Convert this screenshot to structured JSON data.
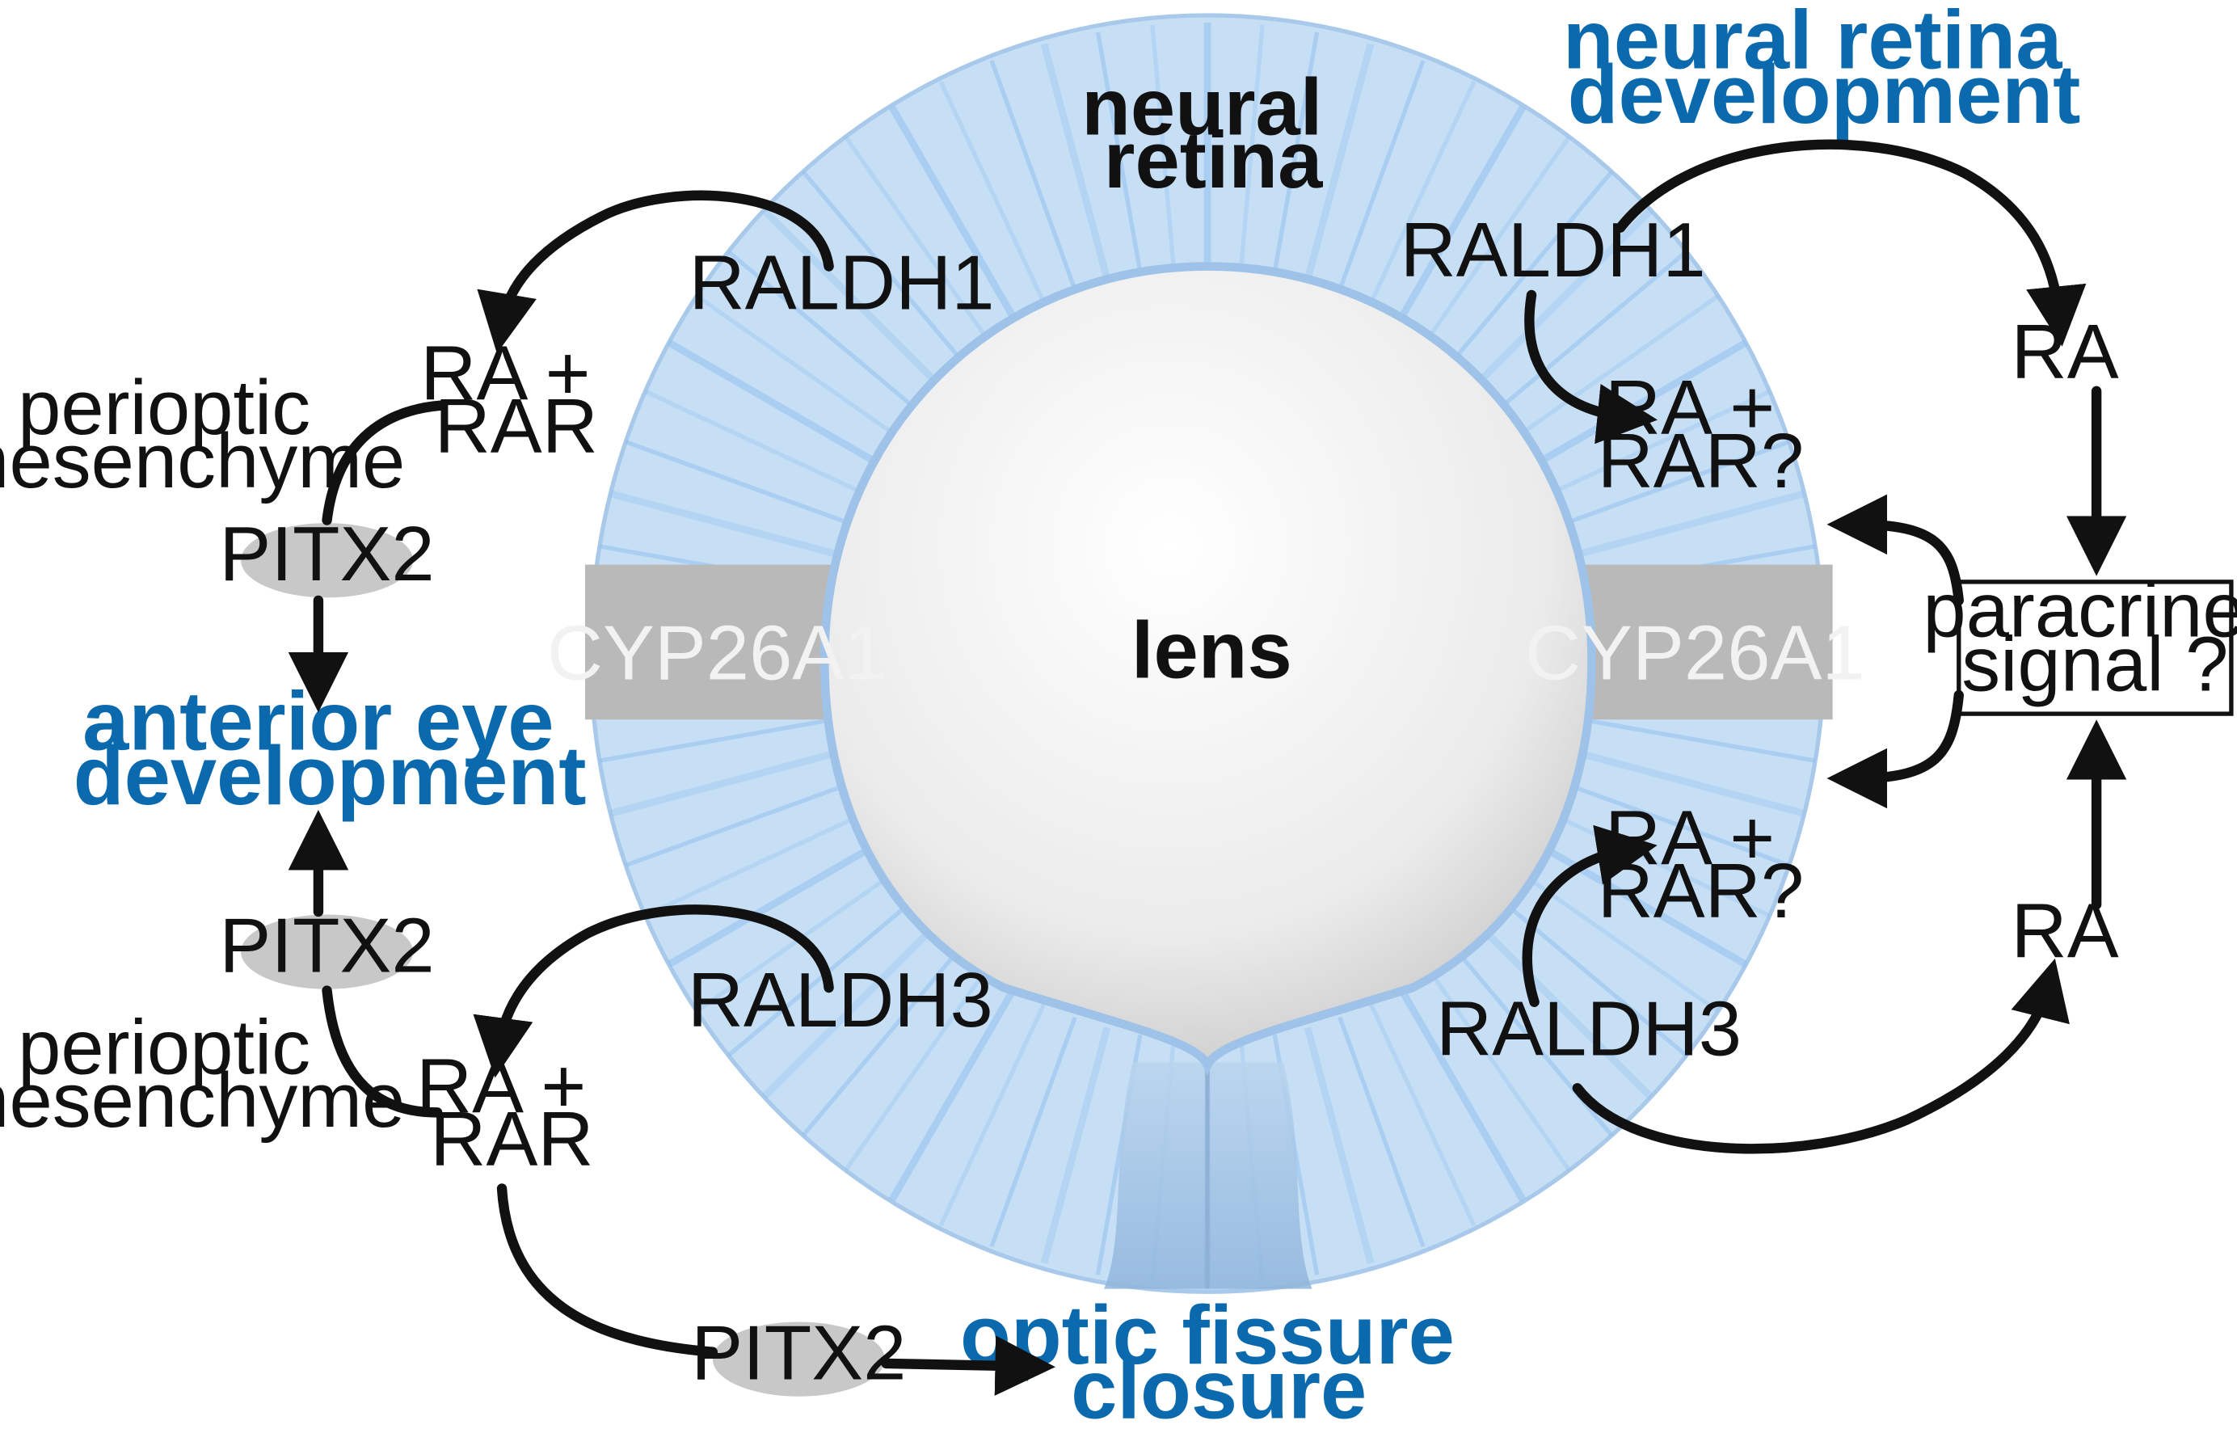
{
  "labels": {
    "neural_retina": [
      "neural",
      "retina"
    ],
    "lens": "lens",
    "cyp_left": "CYP26A1",
    "cyp_right": "CYP26A1",
    "raldh1_left": "RALDH1",
    "raldh1_right": "RALDH1",
    "raldh3_left": "RALDH3",
    "raldh3_right": "RALDH3",
    "ra_rar_top_left": [
      "RA +",
      "RAR"
    ],
    "ra_rar_bottom_left": [
      "RA +",
      "RAR"
    ],
    "ra_rar_q_top": [
      "RA +",
      "RAR?"
    ],
    "ra_rar_q_bottom": [
      "RA +",
      "RAR?"
    ],
    "perioptic_top": [
      "perioptic",
      "mesenchyme"
    ],
    "perioptic_bottom": [
      "perioptic",
      "mesenchyme"
    ],
    "pitx2_top": "PITX2",
    "pitx2_mid": "PITX2",
    "pitx2_bottom": "PITX2",
    "anterior_eye": [
      "anterior eye",
      "development"
    ],
    "neural_retina_dev": [
      "neural retina",
      "development"
    ],
    "optic_fissure": [
      "optic fissure",
      "closure"
    ],
    "ra_top_right": "RA",
    "ra_bottom_right": "RA",
    "paracrine": [
      "paracrine",
      "signal ?"
    ]
  },
  "colors": {
    "retina_fill": "#c7dff5",
    "retina_ray": "#8fc0ee",
    "lens_fill": "#ebebeb",
    "cyp_band": "#b9b9b9",
    "pitx2_fill": "#c8c8c8",
    "accent_blue": "#0a6aad"
  }
}
